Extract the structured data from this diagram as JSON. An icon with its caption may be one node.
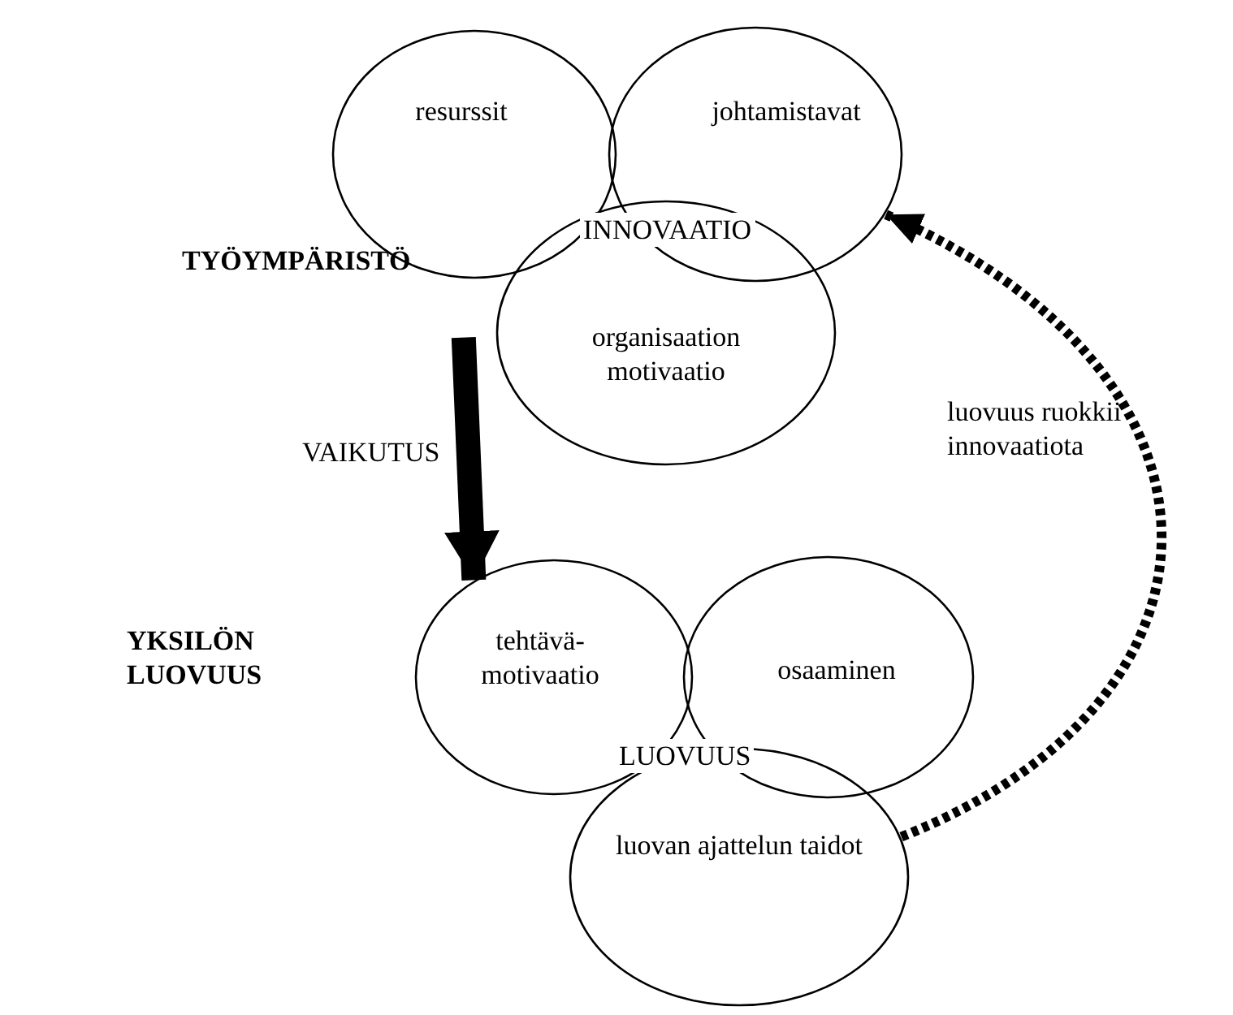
{
  "diagram": {
    "nodes": [
      {
        "text": [
          "resurssit"
        ]
      },
      {
        "text": [
          "johtamistavat"
        ]
      },
      {
        "text": [
          "organisaation motivaatio"
        ]
      },
      {
        "text": [
          "tehtävä- motivaatio"
        ]
      },
      {
        "text": [
          "osaaminen"
        ]
      },
      {
        "text": [
          "luovan ajattelun taidot"
        ]
      }
    ],
    "edges": [
      {
        "from": 2,
        "to": 3,
        "arrow": "to",
        "label": "VAIKUTUS",
        "style": "thick"
      },
      {
        "from": 5,
        "to": 1,
        "arrow": "to",
        "label": "luovuus ruokkii innovaatiota",
        "style": "dashed"
      }
    ],
    "labels": [
      "INNOVAATIO",
      "TYÖYMPÄRISTÖ",
      "YKSILÖN LUOVUUS",
      "LUOVUUS"
    ]
  }
}
